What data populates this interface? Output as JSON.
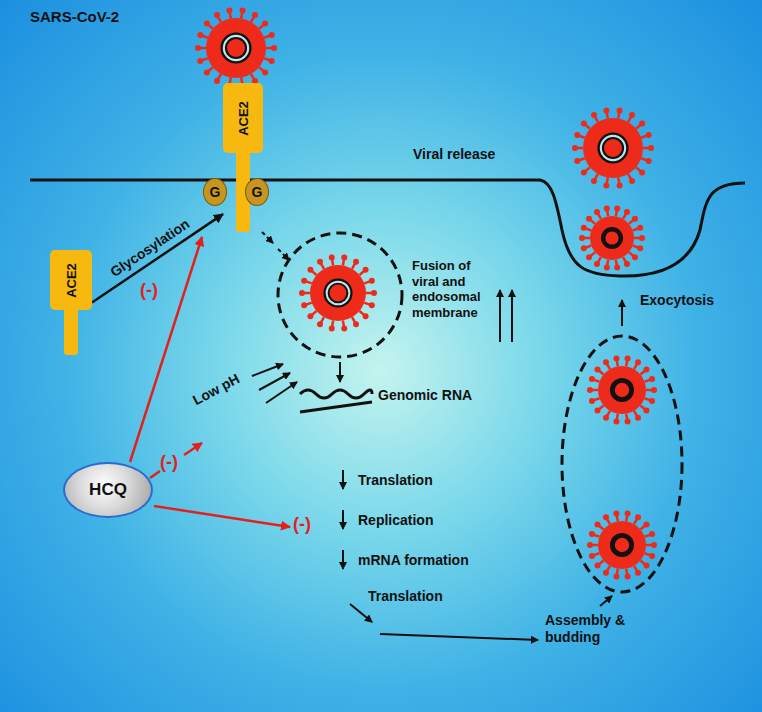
{
  "diagram": {
    "nodes": [
      {
        "text": [
          "ACE2"
        ]
      },
      {
        "text": [
          "G"
        ]
      },
      {
        "text": [
          "G"
        ]
      },
      {
        "text": [
          "ACE2"
        ]
      },
      {
        "text": [
          "HCQ"
        ]
      }
    ],
    "edges": [
      {
        "from": 3,
        "to": 0,
        "arrow": "to",
        "label": "Glycosylation"
      }
    ],
    "labels": [
      "SARS-CoV-2",
      "Viral release",
      "(-)",
      "Fusion of viral and endosomal membrane",
      "Low pH",
      "(-)",
      "Genomic RNA",
      "Translation",
      "(-)",
      "Replication",
      "mRNA formation",
      "Translation",
      "Exocytosis",
      "Assembly & budding"
    ]
  }
}
